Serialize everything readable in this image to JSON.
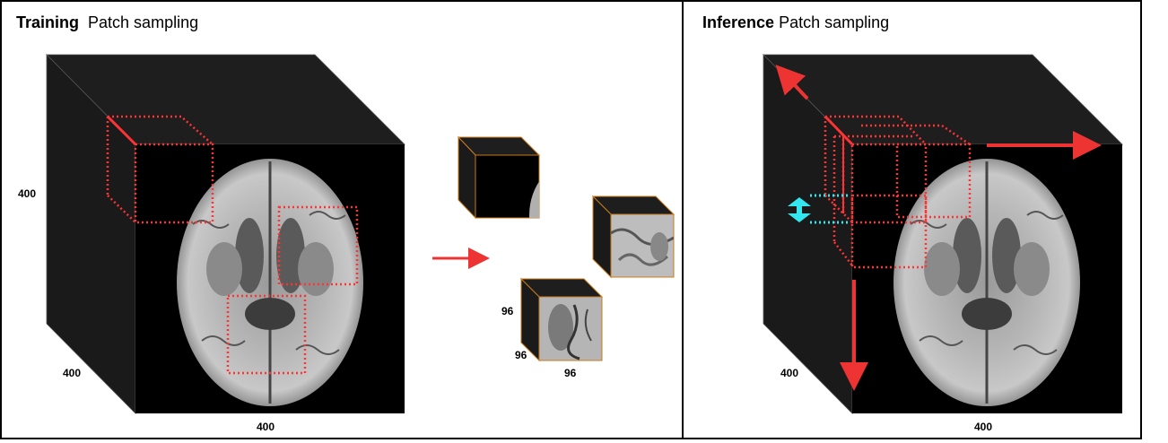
{
  "training": {
    "title_bold": "Training",
    "title_rest": "Patch sampling",
    "volume_dims": {
      "height": "400",
      "depth": "400",
      "width": "400"
    },
    "patch_dims": {
      "height": "96",
      "depth": "96",
      "width": "96"
    }
  },
  "inference": {
    "title_bold": "Inference",
    "title_rest": "Patch sampling",
    "volume_dims": {
      "depth": "400",
      "width": "400"
    }
  },
  "colors": {
    "patch_outline": "#ff3333",
    "arrow": "#ee3333",
    "overlap_arrow": "#33e6f0",
    "cube_face": "#1a1a1a",
    "patch_edge": "#c87a1e"
  },
  "icons": {
    "sampling_arrow": "right-arrow-icon",
    "sliding_arrows": [
      "diagonal-arrow-icon",
      "horizontal-arrow-icon",
      "vertical-arrow-icon"
    ],
    "overlap": "double-vertical-arrow-icon"
  }
}
